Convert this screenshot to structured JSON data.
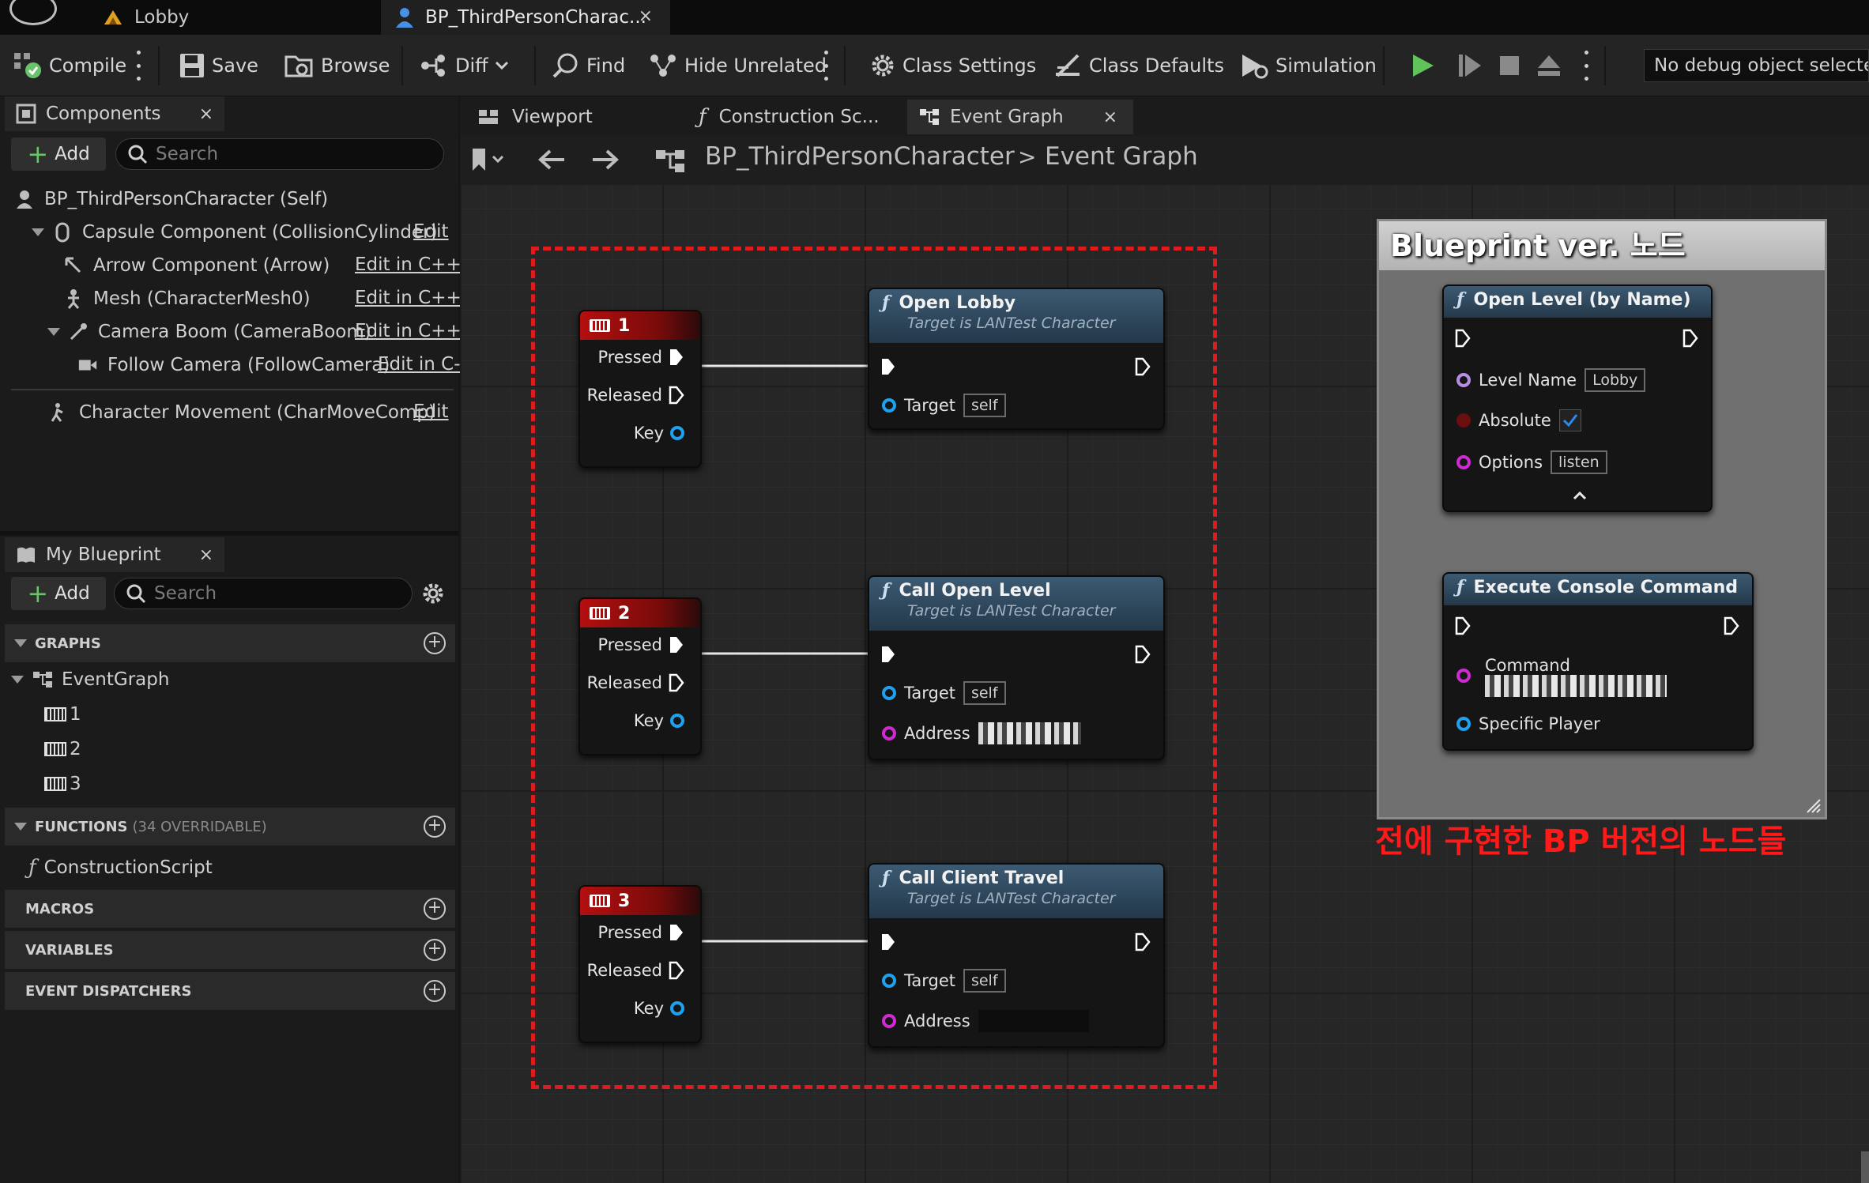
{
  "doc_tabs": {
    "lobby": "Lobby",
    "bp": "BP_ThirdPersonCharac...",
    "close_glyph": "×"
  },
  "toolbar": {
    "compile": "Compile",
    "save": "Save",
    "browse": "Browse",
    "diff": "Diff",
    "find": "Find",
    "hide_unrelated": "Hide Unrelated",
    "class_settings": "Class Settings",
    "class_defaults": "Class Defaults",
    "simulation": "Simulation",
    "debug_object": "No debug object selected"
  },
  "components": {
    "tab_label": "Components",
    "add_label": "Add",
    "search_placeholder": "Search",
    "root": "BP_ThirdPersonCharacter (Self)",
    "items": [
      {
        "label": "Capsule Component (CollisionCylinder)",
        "edit": "Edit"
      },
      {
        "label": "Arrow Component (Arrow)",
        "edit": "Edit in C++"
      },
      {
        "label": "Mesh (CharacterMesh0)",
        "edit": "Edit in C++"
      },
      {
        "label": "Camera Boom (CameraBoom)",
        "edit": "Edit in C++"
      },
      {
        "label": "Follow Camera (FollowCamera)",
        "edit": "Edit in C-"
      },
      {
        "label": "Character Movement (CharMoveComp)",
        "edit": "Edit"
      }
    ]
  },
  "my_blueprint": {
    "tab_label": "My Blueprint",
    "add_label": "Add",
    "search_placeholder": "Search",
    "graphs_header": "GRAPHS",
    "event_graph": "EventGraph",
    "graph_items": [
      "1",
      "2",
      "3"
    ],
    "functions_header": "FUNCTIONS",
    "functions_sub": "(34 OVERRIDABLE)",
    "construction_script": "ConstructionScript",
    "macros_header": "MACROS",
    "variables_header": "VARIABLES",
    "dispatchers_header": "EVENT DISPATCHERS"
  },
  "graph_tabs": {
    "viewport": "Viewport",
    "construction": "Construction Sc...",
    "event_graph": "Event Graph"
  },
  "breadcrumb": {
    "bp": "BP_ThirdPersonCharacter",
    "sep": ">",
    "graph": "Event Graph"
  },
  "key_nodes": [
    {
      "title": "1",
      "pressed": "Pressed",
      "released": "Released",
      "key": "Key"
    },
    {
      "title": "2",
      "pressed": "Pressed",
      "released": "Released",
      "key": "Key"
    },
    {
      "title": "3",
      "pressed": "Pressed",
      "released": "Released",
      "key": "Key"
    }
  ],
  "fn_nodes": [
    {
      "title": "Open Lobby",
      "sub": "Target is LANTest Character",
      "target": "Target",
      "self": "self"
    },
    {
      "title": "Call Open Level",
      "sub": "Target is LANTest Character",
      "target": "Target",
      "self": "self",
      "address": "Address"
    },
    {
      "title": "Call Client Travel",
      "sub": "Target is LANTest Character",
      "target": "Target",
      "self": "self",
      "address": "Address"
    }
  ],
  "comment": {
    "title": "Blueprint ver. 노드",
    "open_level": {
      "title": "Open Level (by Name)",
      "level_name": "Level Name",
      "level_value": "Lobby",
      "absolute": "Absolute",
      "options": "Options",
      "options_value": "listen"
    },
    "exec_cmd": {
      "title": "Execute Console Command",
      "command": "Command",
      "specific_player": "Specific Player"
    }
  },
  "annotation": "전에 구현한 BP 버전의 노드들",
  "colors": {
    "exec_red": "#e01b1b",
    "pin_blue": "#1ea2f0",
    "pin_pink": "#d02ad3",
    "compile_green": "#69c36a"
  }
}
